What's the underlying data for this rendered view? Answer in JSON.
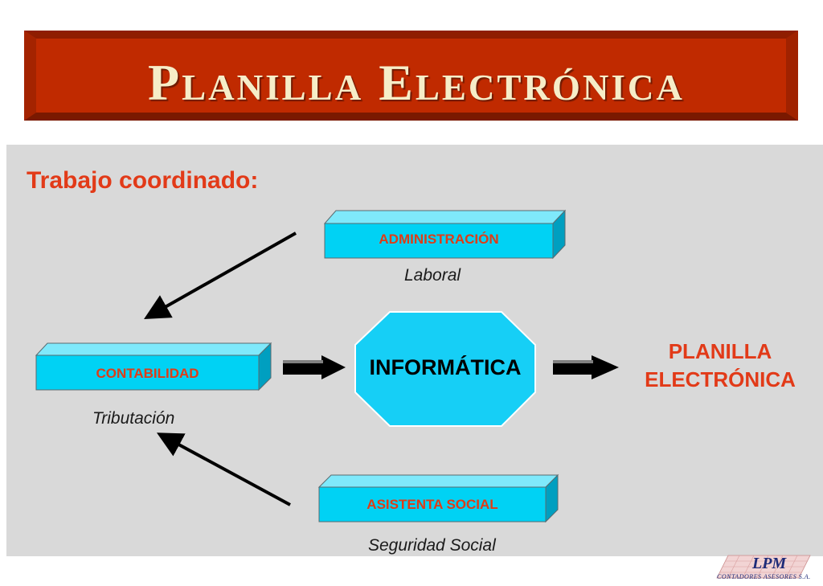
{
  "title": "Planilla Electrónica",
  "heading": "Trabajo coordinado:",
  "boxes": {
    "administracion": {
      "label": "ADMINISTRACIÓN",
      "note": "Laboral"
    },
    "contabilidad": {
      "label": "CONTABILIDAD",
      "note": "Tributación"
    },
    "asistenta": {
      "label": "ASISTENTA  SOCIAL",
      "note": "Seguridad  Social"
    }
  },
  "center": {
    "label": "INFORMÁTICA"
  },
  "output": {
    "line1": "PLANILLA",
    "line2": "ELECTRÓNICA"
  },
  "logo": {
    "name": "LPM",
    "subtitle": "CONTADORES ASESORES S.A."
  },
  "colors": {
    "banner": "#c02a00",
    "accent_text": "#e23a18",
    "box_face": "#00d2f4",
    "octagon": "#16cff6",
    "panel": "#d9d9d9"
  }
}
